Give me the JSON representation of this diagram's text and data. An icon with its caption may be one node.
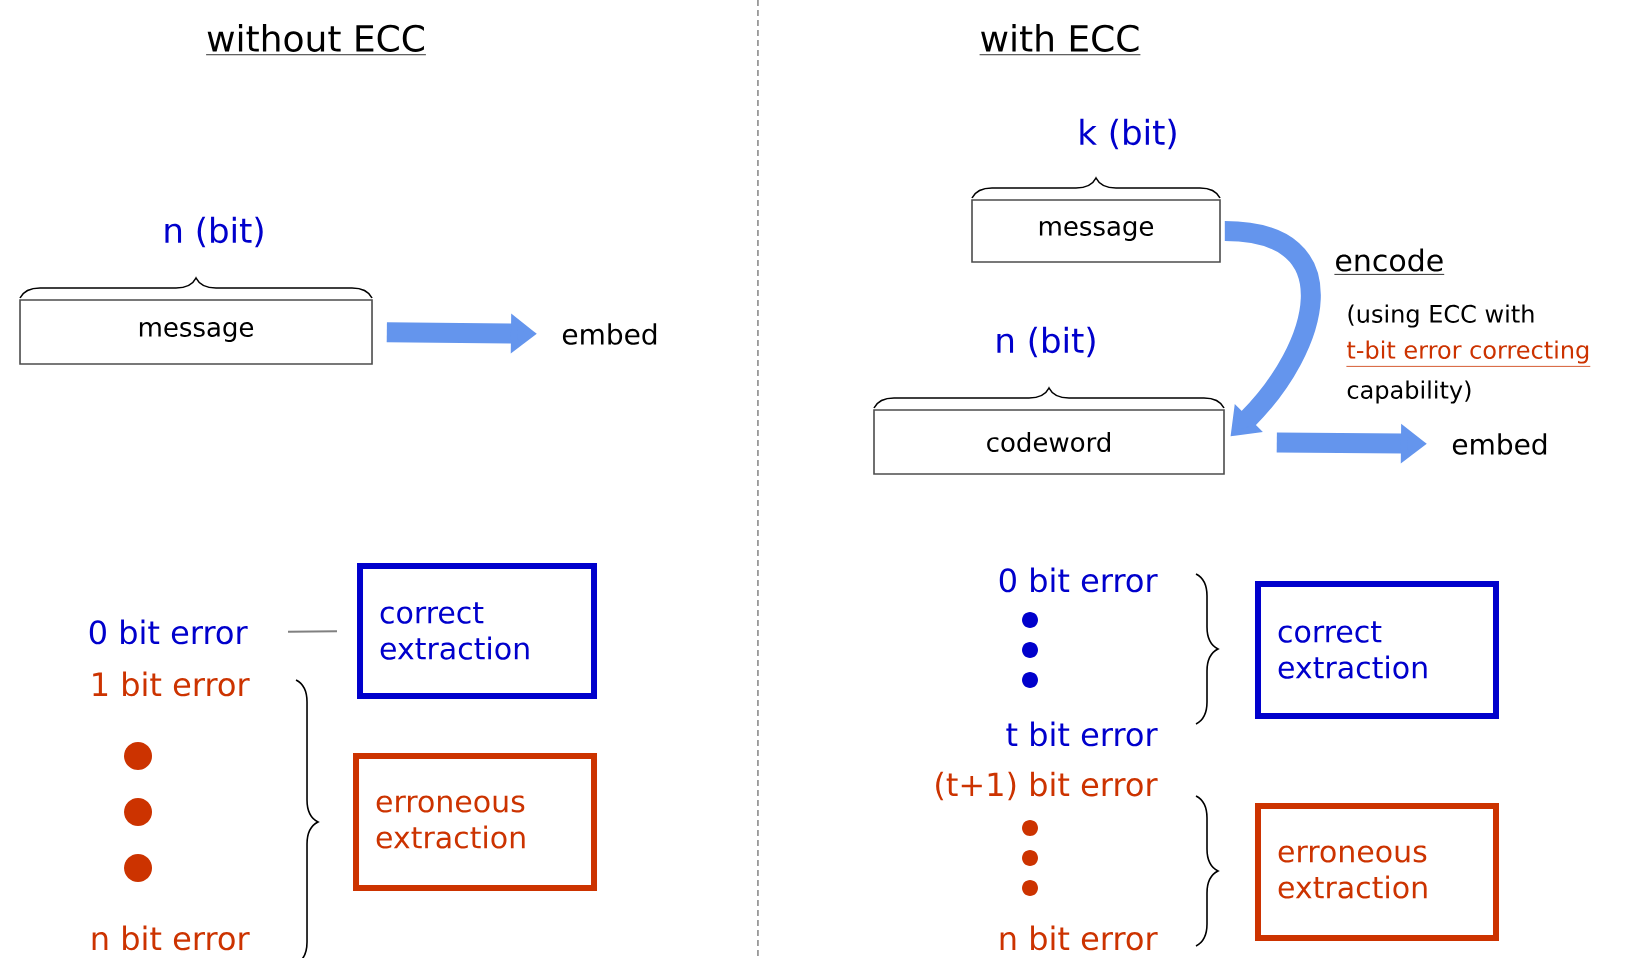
{
  "diagram": {
    "nodes": [
      {
        "text": [
          "message"
        ],
        "beside": [
          "n (bit)"
        ]
      },
      {
        "text": [
          "embed"
        ]
      },
      {
        "text": [
          "message"
        ],
        "beside": [
          "k (bit)"
        ]
      },
      {
        "text": [
          "codeword"
        ],
        "beside": [
          "n (bit)"
        ]
      },
      {
        "text": [
          "embed"
        ]
      },
      {
        "text": [
          "0 bit error"
        ]
      },
      {
        "text": [
          "correct extraction"
        ]
      },
      {
        "text": [
          "erroneous extraction"
        ]
      },
      {
        "text": [
          "correct extraction"
        ]
      },
      {
        "text": [
          "erroneous extraction"
        ]
      }
    ],
    "edges": [
      {
        "from": 0,
        "to": 1,
        "arrow": "to"
      },
      {
        "from": 2,
        "to": 3,
        "arrow": "to"
      },
      {
        "from": 3,
        "to": 4,
        "arrow": "to"
      },
      {
        "from": 5,
        "to": 6,
        "arrow": "none",
        "color": "#808080"
      }
    ],
    "labels": [
      "without ECC",
      "with ECC",
      "encode",
      "(using ECC with",
      "t-bit error correcting",
      "capability)",
      "1 bit error",
      "n bit error",
      "0 bit error",
      "t bit error",
      "(t+1) bit error",
      "n bit error"
    ]
  }
}
